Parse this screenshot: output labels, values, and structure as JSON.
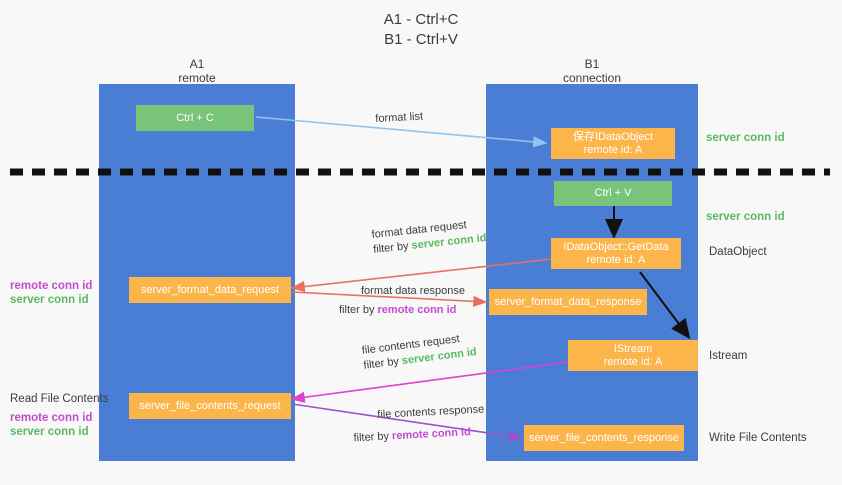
{
  "title": {
    "line1": "A1 - Ctrl+C",
    "line2": "B1 - Ctrl+V"
  },
  "lanes": [
    {
      "id": "a1",
      "name": "A1",
      "sub": "remote"
    },
    {
      "id": "b1",
      "name": "B1",
      "sub": "connection"
    }
  ],
  "nodes": {
    "ctrl_c": {
      "label": "Ctrl + C"
    },
    "save_idataobject_line1": {
      "label": "保存IDataObject"
    },
    "save_idataobject_line2": {
      "label": "remote id: A"
    },
    "ctrl_v": {
      "label": "Ctrl + V"
    },
    "getdata_line1": {
      "label": "IDataObject::GetData"
    },
    "getdata_line2": {
      "label": "remote id: A"
    },
    "istream_line1": {
      "label": "IStream"
    },
    "istream_line2": {
      "label": "remote id: A"
    },
    "server_format_data_request": {
      "label": "server_format_data_request"
    },
    "server_format_data_response": {
      "label": "server_format_data_response"
    },
    "server_file_contents_request": {
      "label": "server_file_contents_request"
    },
    "server_file_contents_response": {
      "label": "server_file_contents_response"
    }
  },
  "right_labels": {
    "server_conn_id_1": "server conn id",
    "server_conn_id_2": "server conn id",
    "dataobject": "DataObject",
    "istream": "Istream",
    "write_file_contents": "Write File Contents"
  },
  "left_labels": {
    "read_file_contents": "Read File Contents",
    "remote_conn_id_1": "remote conn id",
    "server_conn_id_1": "server conn id",
    "remote_conn_id_2": "remote conn id",
    "server_conn_id_2": "server conn id"
  },
  "edges": [
    {
      "id": "format-list",
      "text": "format list",
      "filter_prefix": "",
      "filter_value": ""
    },
    {
      "id": "format-data-request",
      "text": "format data request",
      "filter_prefix": "filter by ",
      "filter_value": "server conn id",
      "filter_class": "green"
    },
    {
      "id": "format-data-response",
      "text": "format data response",
      "filter_prefix": "filter by ",
      "filter_value": "remote conn id",
      "filter_class": "purple"
    },
    {
      "id": "file-contents-request",
      "text": "file contents request",
      "filter_prefix": "filter by ",
      "filter_value": "server conn id",
      "filter_class": "green"
    },
    {
      "id": "file-contents-response",
      "text": "file contents response",
      "filter_prefix": "filter by ",
      "filter_value": "remote conn id",
      "filter_class": "purple"
    }
  ],
  "colors": {
    "lane": "#4a7ed4",
    "green_node": "#78c47a",
    "orange_node": "#fcb54b",
    "green_text": "#5bb85f",
    "purple_text": "#c24bd0",
    "blue_arrow": "#8fc4ee",
    "red_arrow": "#e8705f",
    "magenta_arrow": "#e040d0",
    "purple_arrow": "#9b51c8",
    "black_arrow": "#111111",
    "background": "#f8f8f8"
  }
}
